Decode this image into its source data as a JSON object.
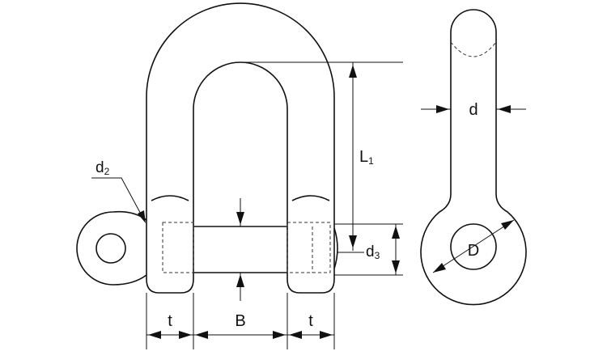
{
  "labels": {
    "d": "d",
    "d2_main": "d",
    "d2_sub": "2",
    "d3_main": "d",
    "d3_sub": "3",
    "L1_main": "L",
    "L1_sub": "1",
    "t_left": "t",
    "B": "B",
    "t_right": "t",
    "D": "D"
  },
  "colors": {
    "line": "#111111",
    "background": "#ffffff"
  }
}
